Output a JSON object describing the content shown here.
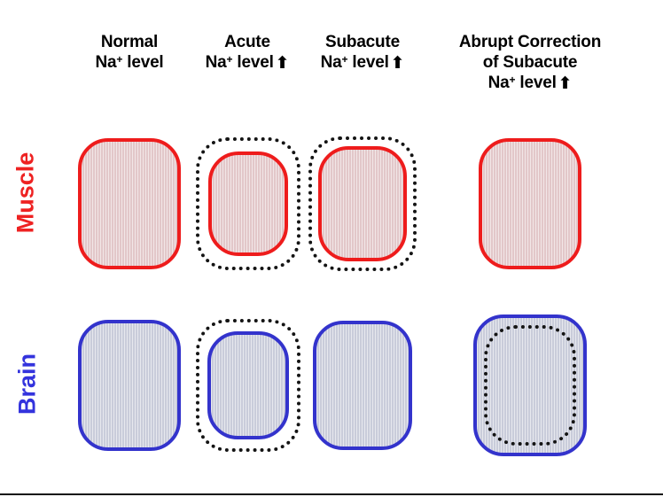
{
  "figure": {
    "row_labels": {
      "muscle": "Muscle",
      "brain": "Brain",
      "muscle_color": "#ee2222",
      "brain_color": "#3333dd"
    },
    "symbols": {
      "up_arrow": "⬆",
      "na_element": "Na",
      "na_charge": "+"
    },
    "columns": [
      {
        "id": "normal",
        "lines": [
          "Normal",
          "Na+ level"
        ],
        "line1": "Normal",
        "line2_prefix": "Na",
        "line2_sup": "+",
        "line2_suffix": " level",
        "line3": "",
        "has_arrow_line2": false,
        "has_arrow_line3": false
      },
      {
        "id": "acute",
        "lines": [
          "Acute",
          "Na+ level ⬆"
        ],
        "line1": "Acute",
        "line2_prefix": "Na",
        "line2_sup": "+",
        "line2_suffix": " level",
        "line3": "",
        "has_arrow_line2": true,
        "has_arrow_line3": false
      },
      {
        "id": "subacute",
        "lines": [
          "Subacute",
          "Na+ level ⬆"
        ],
        "line1": "Subacute",
        "line2_prefix": "Na",
        "line2_sup": "+",
        "line2_suffix": " level",
        "line3": "",
        "has_arrow_line2": true,
        "has_arrow_line3": false
      },
      {
        "id": "abrupt-correction",
        "lines": [
          "Abrupt Correction",
          "of Subacute",
          "Na+ level ⬆"
        ],
        "line1": "Abrupt Correction",
        "line1b": "of Subacute",
        "line2_prefix": "Na",
        "line2_sup": "+",
        "line2_suffix": " level",
        "line3": "",
        "has_arrow_line2": true,
        "has_arrow_line3": false
      }
    ],
    "cells": {
      "muscle": [
        {
          "state": "normal",
          "membrane_w": 116,
          "membrane_h": 148,
          "ghost": "none",
          "ghost_w": 0,
          "ghost_h": 0
        },
        {
          "state": "shrunken",
          "membrane_w": 90,
          "membrane_h": 118,
          "ghost": "outside",
          "ghost_w": 118,
          "ghost_h": 150
        },
        {
          "state": "shrunken-partial",
          "membrane_w": 100,
          "membrane_h": 130,
          "ghost": "outside",
          "ghost_w": 122,
          "ghost_h": 152
        },
        {
          "state": "normal",
          "membrane_w": 116,
          "membrane_h": 148,
          "ghost": "none",
          "ghost_w": 0,
          "ghost_h": 0
        }
      ],
      "brain": [
        {
          "state": "normal",
          "membrane_w": 116,
          "membrane_h": 148,
          "ghost": "none",
          "ghost_w": 0,
          "ghost_h": 0
        },
        {
          "state": "shrunken",
          "membrane_w": 92,
          "membrane_h": 122,
          "ghost": "outside",
          "ghost_w": 118,
          "ghost_h": 150
        },
        {
          "state": "normal-adapted",
          "membrane_w": 112,
          "membrane_h": 146,
          "ghost": "none",
          "ghost_w": 0,
          "ghost_h": 0
        },
        {
          "state": "swollen",
          "membrane_w": 128,
          "membrane_h": 160,
          "ghost": "inside",
          "ghost_w": 104,
          "ghost_h": 136
        }
      ]
    },
    "colors": {
      "muscle_border": "#ee1c1c",
      "muscle_fill": "#e2c7c9",
      "brain_border": "#3333cc",
      "brain_fill": "#c9ccda",
      "ghost_outline": "#141414",
      "background": "#ffffff",
      "rule": "#111111"
    }
  }
}
